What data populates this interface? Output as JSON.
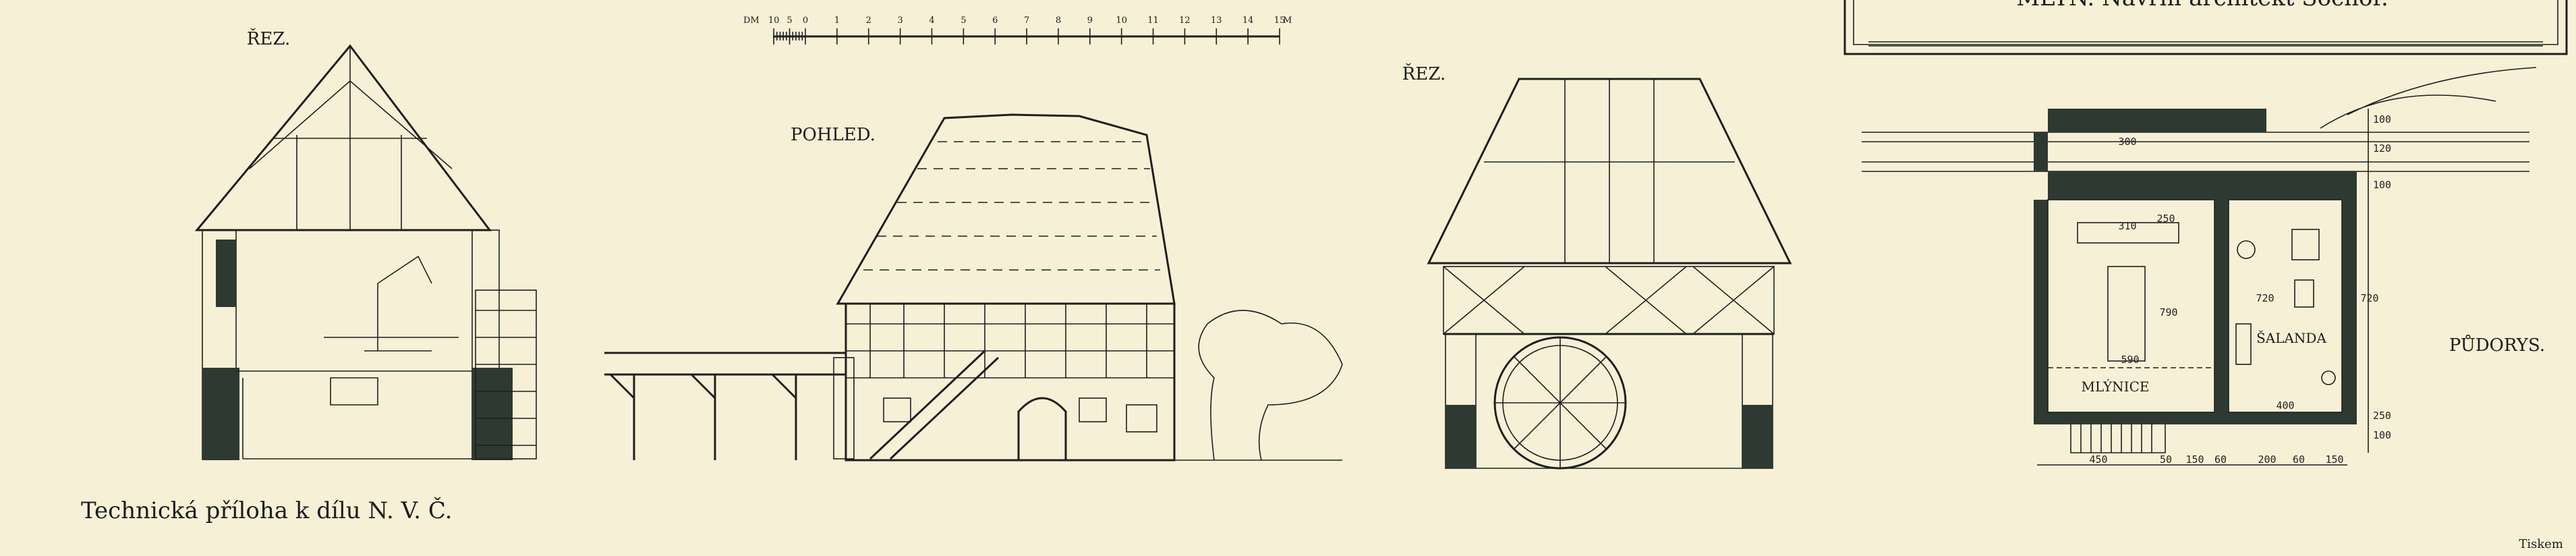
{
  "title_box": {
    "text": "MLÝN. Navrhl architekt Sochor."
  },
  "scale_bar": {
    "unit_left": "DM",
    "unit_right": "M",
    "dm_labels": [
      "10",
      "5",
      "0"
    ],
    "m_labels": [
      "1",
      "2",
      "3",
      "4",
      "5",
      "6",
      "7",
      "8",
      "9",
      "10",
      "11",
      "12",
      "13",
      "14",
      "15"
    ]
  },
  "drawings": {
    "section_left": {
      "label": "ŘEZ."
    },
    "elevation": {
      "label": "POHLED."
    },
    "section_right": {
      "label": "ŘEZ."
    },
    "plan": {
      "label": "PŮDORYS.",
      "rooms": [
        "MLÝNICE",
        "ŠALANDA"
      ],
      "dims": {
        "mill_width": "590",
        "mill_depth": "790",
        "salanda_depth": "720",
        "salanda_width": "400",
        "overall_depth": "720",
        "wheel_len": "310",
        "wheel_gap": "250",
        "shaft": "300",
        "bottom": [
          "450",
          "50",
          "150",
          "60",
          "200",
          "60",
          "150"
        ],
        "right": [
          "100",
          "120",
          "100",
          "250",
          "100"
        ]
      }
    }
  },
  "caption": "Technická příloha k dílu N. V. Č.",
  "printer": "Tiskem",
  "colors": {
    "paper": "#f6f0d6",
    "ink": "#1f1f1f",
    "wall": "#2e3a31"
  }
}
